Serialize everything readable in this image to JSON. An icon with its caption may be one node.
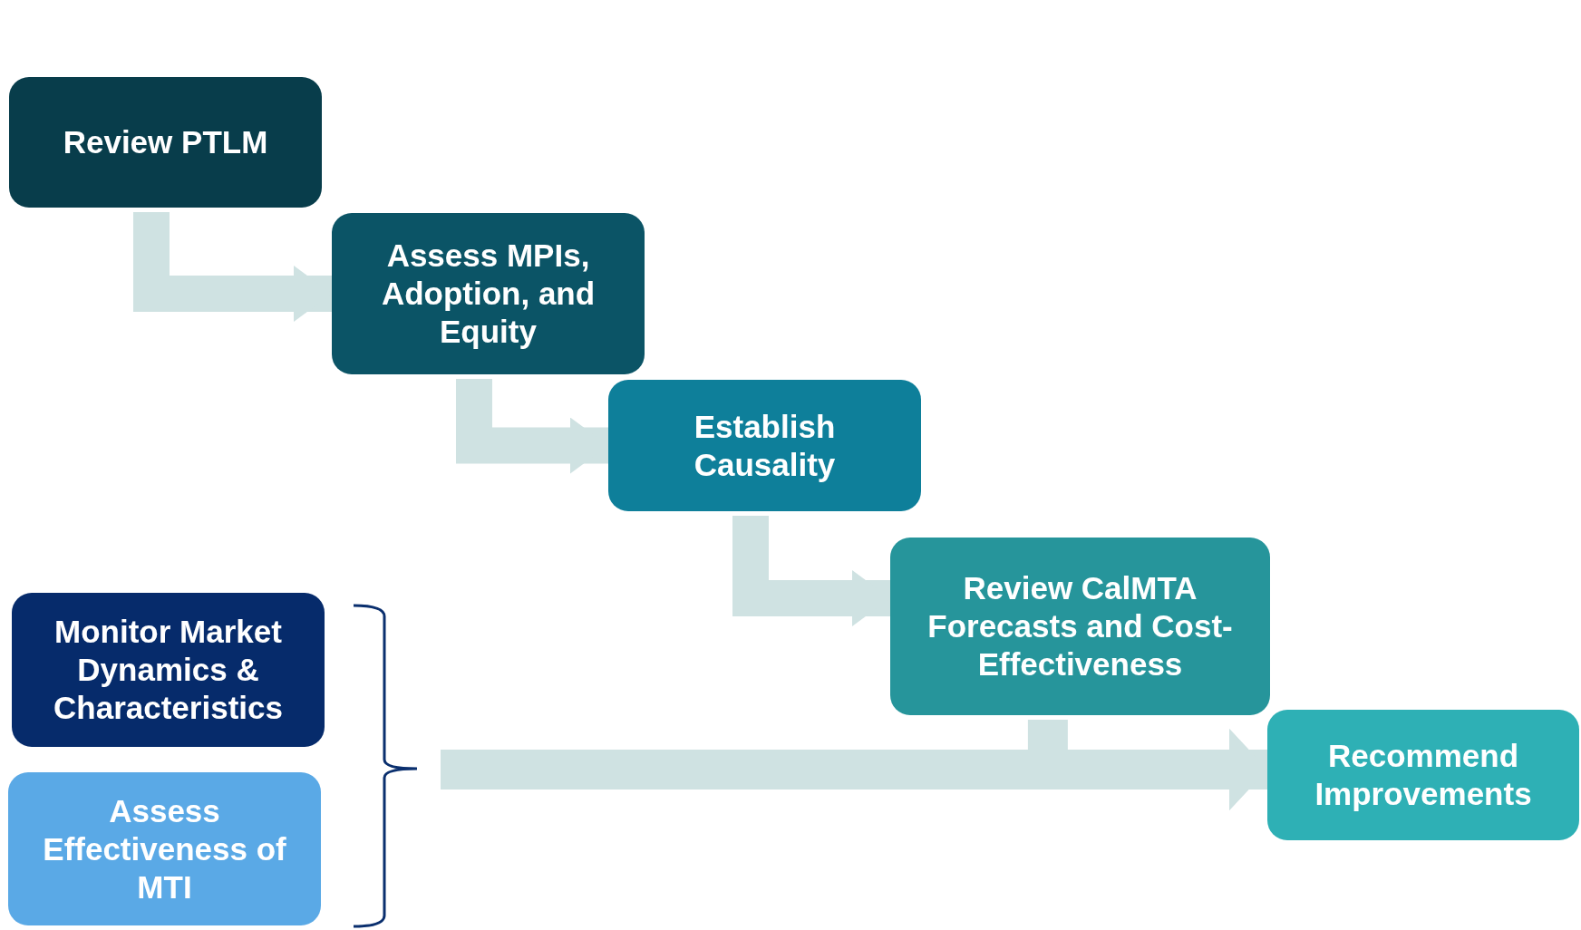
{
  "diagram": {
    "nodes": [
      {
        "text": [
          "Review PTLM"
        ]
      },
      {
        "text": [
          "Assess MPIs, Adoption, and Equity"
        ]
      },
      {
        "text": [
          "Establish Causality"
        ]
      },
      {
        "text": [
          "Review CalMTA Forecasts and Cost-Effectiveness"
        ]
      },
      {
        "text": [
          "Monitor Market Dynamics & Characteristics"
        ]
      },
      {
        "text": [
          "Assess Effectiveness of MTI"
        ]
      },
      {
        "text": [
          "Recommend Improvements"
        ]
      }
    ],
    "edges": [
      {
        "from": 0,
        "to": 1,
        "arrow": "to"
      },
      {
        "from": 1,
        "to": 2,
        "arrow": "to"
      },
      {
        "from": 2,
        "to": 3,
        "arrow": "to"
      },
      {
        "from": 3,
        "to": 6,
        "arrow": "to"
      },
      {
        "from": null,
        "to": 6,
        "arrow": "to"
      }
    ]
  }
}
